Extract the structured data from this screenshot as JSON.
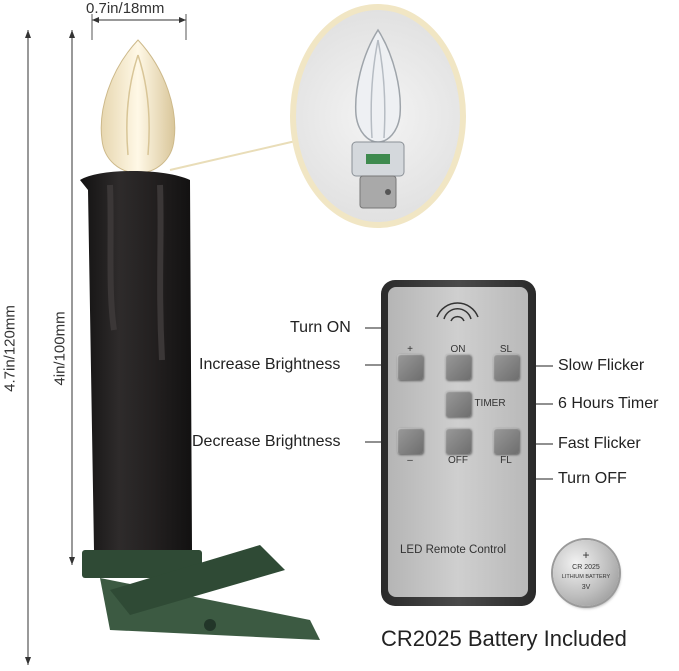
{
  "dimensions": {
    "width_label": "0.7in/18mm",
    "total_height_label": "4.7in/120mm",
    "body_height_label": "4in/100mm"
  },
  "callouts": {
    "turn_on": "Turn ON",
    "increase_brightness": "Increase Brightness",
    "slow_flicker": "Slow Flicker",
    "six_hours_timer": "6 Hours Timer",
    "decrease_brightness": "Decrease Brightness",
    "fast_flicker": "Fast Flicker",
    "turn_off": "Turn OFF"
  },
  "remote": {
    "plus": "+",
    "on": "ON",
    "sl": "SL",
    "timer": "TIMER",
    "minus": "–",
    "off": "OFF",
    "fl": "FL",
    "caption": "LED Remote Control"
  },
  "battery": {
    "plus": "+",
    "model": "CR 2025",
    "type": "LITHIUM BATTERY",
    "voltage": "3V"
  },
  "footer": {
    "caption": "CR2025 Battery Included"
  },
  "colors": {
    "candle_body": "#1f1d1d",
    "clip_green": "#2f4a35",
    "remote_body": "#3a3a3a",
    "remote_face": "#c4c4c4",
    "zoom_ring": "#f1e6c4"
  }
}
